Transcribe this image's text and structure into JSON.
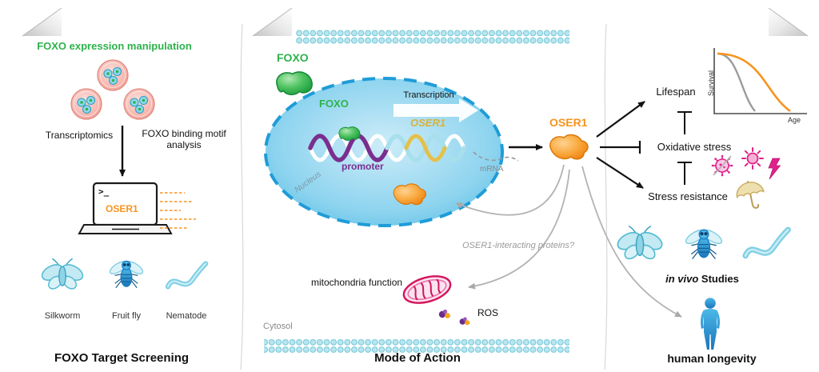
{
  "colors": {
    "foxo_green": "#2eb24c",
    "oser1_orange": "#f7941d",
    "gene_gold": "#d9b23a",
    "promoter_purple": "#7a2e8e",
    "membrane_teal": "#b9e6ef",
    "nucleus_blue": "#29abe2",
    "stress_magenta": "#e0218a",
    "gray_text": "#8a8a8a"
  },
  "left_panel": {
    "header": "FOXO expression manipulation",
    "transcriptomics_label": "Transcriptomics",
    "motif_label": "FOXO binding motif analysis",
    "terminal": {
      "prompt": ">_",
      "gene": "OSER1"
    },
    "organisms": [
      {
        "label": "Silkworm"
      },
      {
        "label": "Fruit fly"
      },
      {
        "label": "Nematode"
      }
    ],
    "title": "FOXO Target Screening"
  },
  "middle_panel": {
    "foxo_outside": "FOXO",
    "foxo_bound": "FOXO",
    "transcription_label": "Transcription",
    "gene_label": "OSER1",
    "promoter_label": "promoter",
    "mrna_label": "mRNA",
    "nucleus_label": "Nucleus",
    "protein_label": "OSER1",
    "interacting_question": "OSER1-interacting proteins?",
    "mitochondria_label": "mitochondria function",
    "ros_label": "ROS",
    "cytosol_label": "Cytosol",
    "title": "Mode of Action"
  },
  "right_panel": {
    "lifespan_label": "Lifespan",
    "oxidative_label": "Oxidative stress",
    "stress_resistance_label": "Stress resistance",
    "chart": {
      "ylabel": "Survival",
      "xlabel": "Age",
      "curve_colors": [
        "#9b9b9b",
        "#f7941d"
      ]
    },
    "in_vivo_italic": "in vivo",
    "in_vivo_rest": " Studies",
    "human_label": "human longevity"
  }
}
